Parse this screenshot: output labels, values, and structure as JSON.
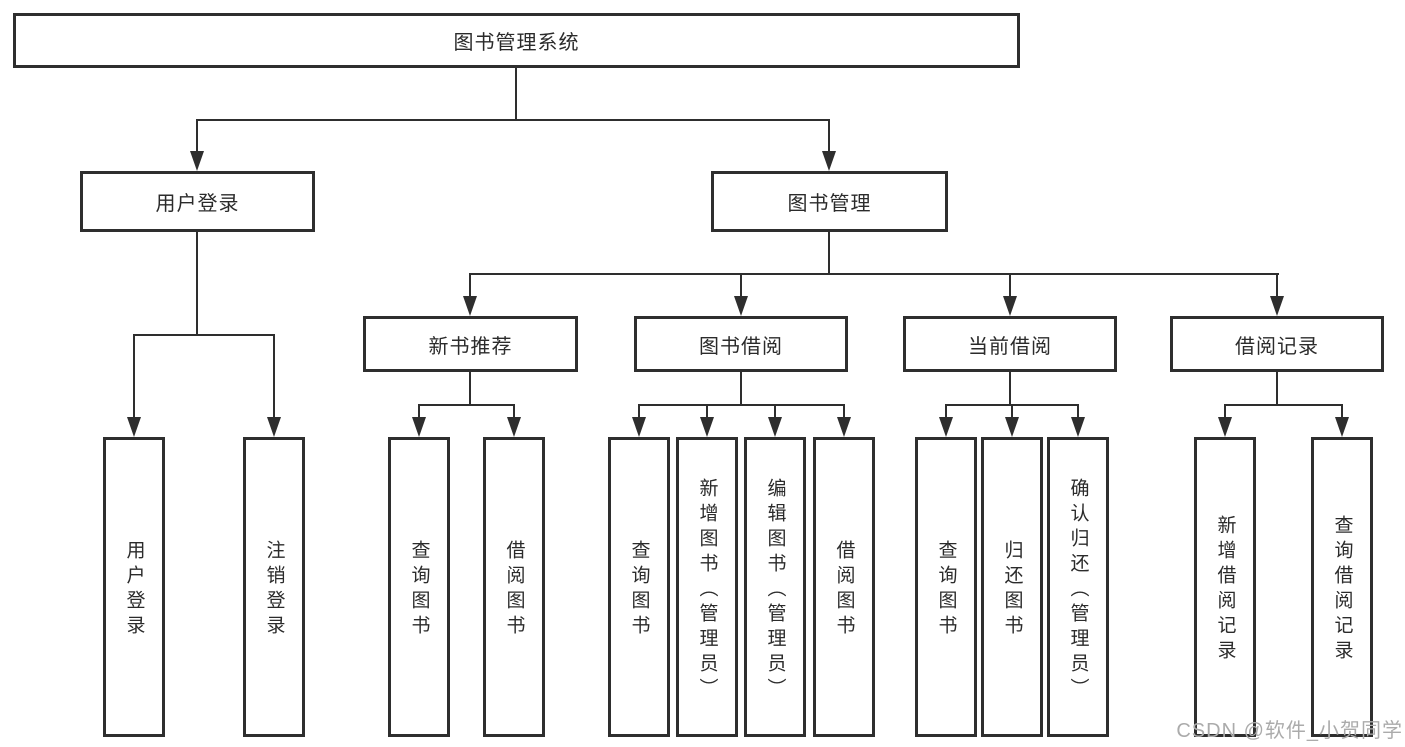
{
  "diagram": {
    "type": "hierarchy-tree",
    "colors": {
      "line": "#2e2e2e",
      "box_border": "#2e2e2e",
      "text": "#2b2b2b",
      "background": "#ffffff",
      "watermark": "#ababab"
    }
  },
  "tree": {
    "label": "图书管理系统",
    "children": [
      {
        "label": "用户登录",
        "children": [
          {
            "label": "用户登录"
          },
          {
            "label": "注销登录"
          }
        ]
      },
      {
        "label": "图书管理",
        "children": [
          {
            "label": "新书推荐",
            "children": [
              {
                "label": "查询图书"
              },
              {
                "label": "借阅图书"
              }
            ]
          },
          {
            "label": "图书借阅",
            "children": [
              {
                "label": "查询图书"
              },
              {
                "label": "新增图书（管理员）"
              },
              {
                "label": "编辑图书（管理员）"
              },
              {
                "label": "借阅图书"
              }
            ]
          },
          {
            "label": "当前借阅",
            "children": [
              {
                "label": "查询图书"
              },
              {
                "label": "归还图书"
              },
              {
                "label": "确认归还（管理员）"
              }
            ]
          },
          {
            "label": "借阅记录",
            "children": [
              {
                "label": "新增借阅记录"
              },
              {
                "label": "查询借阅记录"
              }
            ]
          }
        ]
      }
    ]
  },
  "watermark": {
    "text": "CSDN @软件_小贺同学"
  }
}
